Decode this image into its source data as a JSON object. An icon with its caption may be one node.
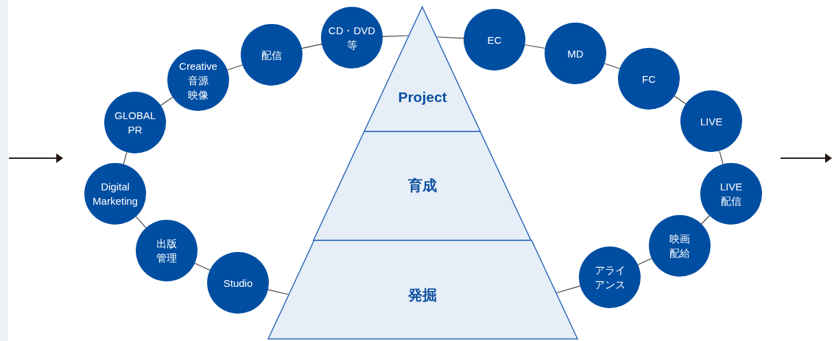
{
  "diagram": {
    "nodes": [
      {
        "text": [
          "Project"
        ]
      },
      {
        "text": [
          "育成"
        ]
      },
      {
        "text": [
          "発掘"
        ]
      },
      {
        "text": [
          "CD・DVD等"
        ]
      },
      {
        "text": [
          "配信"
        ]
      },
      {
        "text": [
          "Creative 音源映像"
        ]
      },
      {
        "text": [
          "GLOBAL PR"
        ]
      },
      {
        "text": [
          "Digital Marketing"
        ]
      },
      {
        "text": [
          "出版管理"
        ]
      },
      {
        "text": [
          "Studio"
        ]
      },
      {
        "text": [
          "EC"
        ]
      },
      {
        "text": [
          "MD"
        ]
      },
      {
        "text": [
          "FC"
        ]
      },
      {
        "text": [
          "LIVE"
        ]
      },
      {
        "text": [
          "LIVE 配信"
        ]
      },
      {
        "text": [
          "映画配給"
        ]
      },
      {
        "text": [
          "アライアンス"
        ]
      }
    ],
    "edges": [
      {
        "from": 3,
        "to": 0,
        "arrow": "none"
      },
      {
        "from": 3,
        "to": 4,
        "arrow": "none"
      },
      {
        "from": 4,
        "to": 5,
        "arrow": "none"
      },
      {
        "from": 5,
        "to": 6,
        "arrow": "none"
      },
      {
        "from": 6,
        "to": 7,
        "arrow": "none"
      },
      {
        "from": 7,
        "to": 8,
        "arrow": "none"
      },
      {
        "from": 8,
        "to": 9,
        "arrow": "none"
      },
      {
        "from": 9,
        "to": 2,
        "arrow": "none"
      },
      {
        "from": 0,
        "to": 10,
        "arrow": "none"
      },
      {
        "from": 10,
        "to": 11,
        "arrow": "none"
      },
      {
        "from": 11,
        "to": 12,
        "arrow": "none"
      },
      {
        "from": 12,
        "to": 13,
        "arrow": "none"
      },
      {
        "from": 13,
        "to": 14,
        "arrow": "none"
      },
      {
        "from": 14,
        "to": 15,
        "arrow": "none"
      },
      {
        "from": 15,
        "to": 16,
        "arrow": "none"
      },
      {
        "from": 16,
        "to": 2,
        "arrow": "none"
      }
    ]
  }
}
